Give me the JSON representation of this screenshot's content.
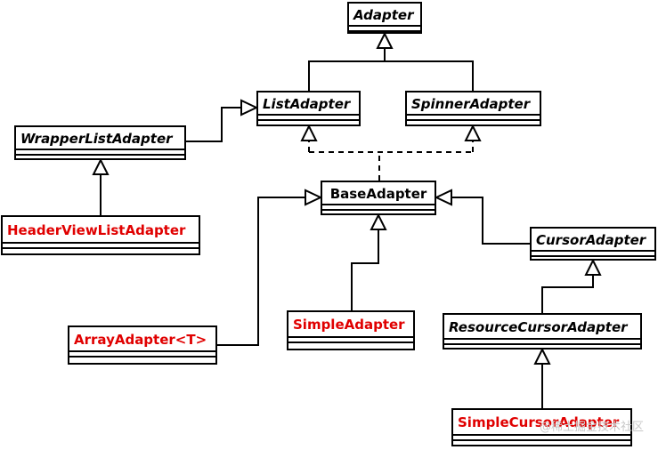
{
  "classes": {
    "adapter": "Adapter",
    "list_adapter": "ListAdapter",
    "spinner_adapter": "SpinnerAdapter",
    "wrapper_list_adapter": "WrapperListAdapter",
    "base_adapter": "BaseAdapter",
    "header_view_list_adapter": "HeaderViewListAdapter",
    "cursor_adapter": "CursorAdapter",
    "array_adapter": "ArrayAdapter<T>",
    "simple_adapter": "SimpleAdapter",
    "resource_cursor_adapter": "ResourceCursorAdapter",
    "simple_cursor_adapter": "SimpleCursorAdapter"
  },
  "watermark": "@稀土掘金技术社区",
  "colors": {
    "concrete_class_text": "#e00000",
    "line": "#000000"
  }
}
